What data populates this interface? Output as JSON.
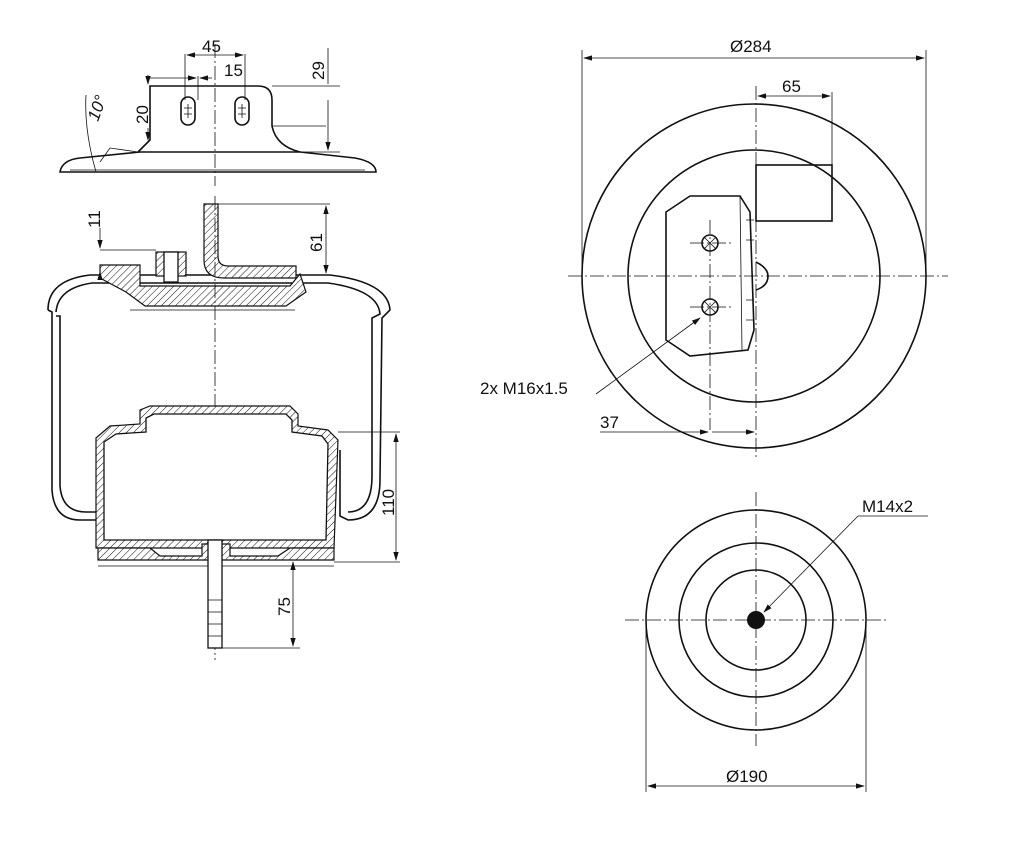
{
  "dimensions": {
    "bracket_width": "45",
    "bracket_hole_spacing": "15",
    "bracket_height": "29",
    "bracket_offset": "20",
    "bracket_angle": "10°",
    "plate_thickness": "11",
    "top_height": "61",
    "piston_height": "110",
    "stud_length": "75",
    "top_diameter": "Ø284",
    "top_offset": "65",
    "hole_offset": "37",
    "bottom_diameter": "Ø190"
  },
  "callouts": {
    "top_threads": "2x M16x1.5",
    "bottom_thread": "M14x2"
  }
}
